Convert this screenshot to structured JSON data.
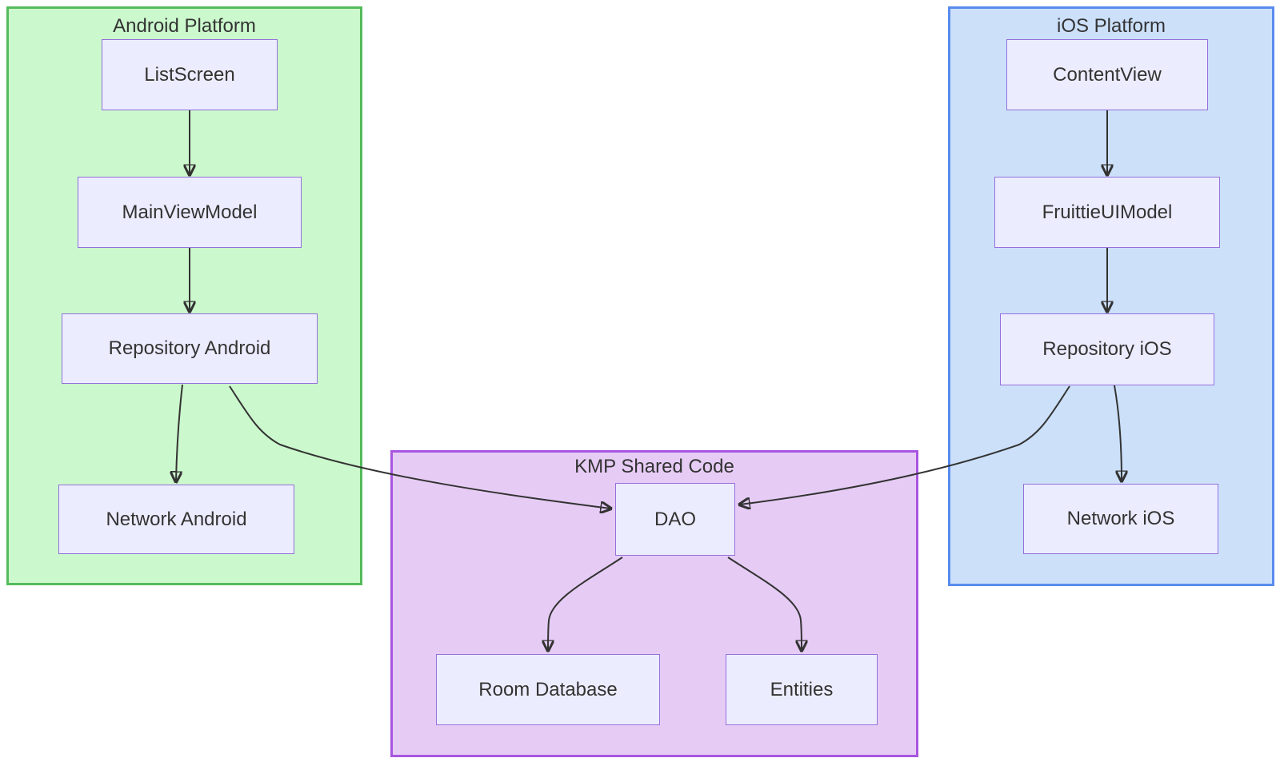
{
  "diagram": {
    "type": "flowchart",
    "background_color": "#ffffff",
    "edge_color": "#333333",
    "node_style": {
      "fill": "#ececff",
      "stroke": "#9370db",
      "text_color": "#333333"
    },
    "clusters": [
      {
        "title": "Android Platform",
        "fill": "#ccf8cd",
        "stroke": "#54bb5c",
        "nodes": [
          {
            "label": "ListScreen"
          },
          {
            "label": "MainViewModel"
          },
          {
            "label": "Repository Android"
          },
          {
            "label": "Network Android"
          }
        ]
      },
      {
        "title": "iOS Platform",
        "fill": "#cce0fa",
        "stroke": "#5a8ced",
        "nodes": [
          {
            "label": "ContentView"
          },
          {
            "label": "FruittieUIModel"
          },
          {
            "label": "Repository iOS"
          },
          {
            "label": "Network iOS"
          }
        ]
      },
      {
        "title": "KMP Shared Code",
        "fill": "#e6ccf5",
        "stroke": "#a855e0",
        "nodes": [
          {
            "label": "DAO"
          },
          {
            "label": "Room Database"
          },
          {
            "label": "Entities"
          }
        ]
      }
    ],
    "edges": [
      {
        "from": "ListScreen",
        "to": "MainViewModel"
      },
      {
        "from": "MainViewModel",
        "to": "Repository Android"
      },
      {
        "from": "Repository Android",
        "to": "Network Android"
      },
      {
        "from": "Repository Android",
        "to": "DAO"
      },
      {
        "from": "ContentView",
        "to": "FruittieUIModel"
      },
      {
        "from": "FruittieUIModel",
        "to": "Repository iOS"
      },
      {
        "from": "Repository iOS",
        "to": "Network iOS"
      },
      {
        "from": "Repository iOS",
        "to": "DAO"
      },
      {
        "from": "DAO",
        "to": "Room Database"
      },
      {
        "from": "DAO",
        "to": "Entities"
      }
    ]
  }
}
